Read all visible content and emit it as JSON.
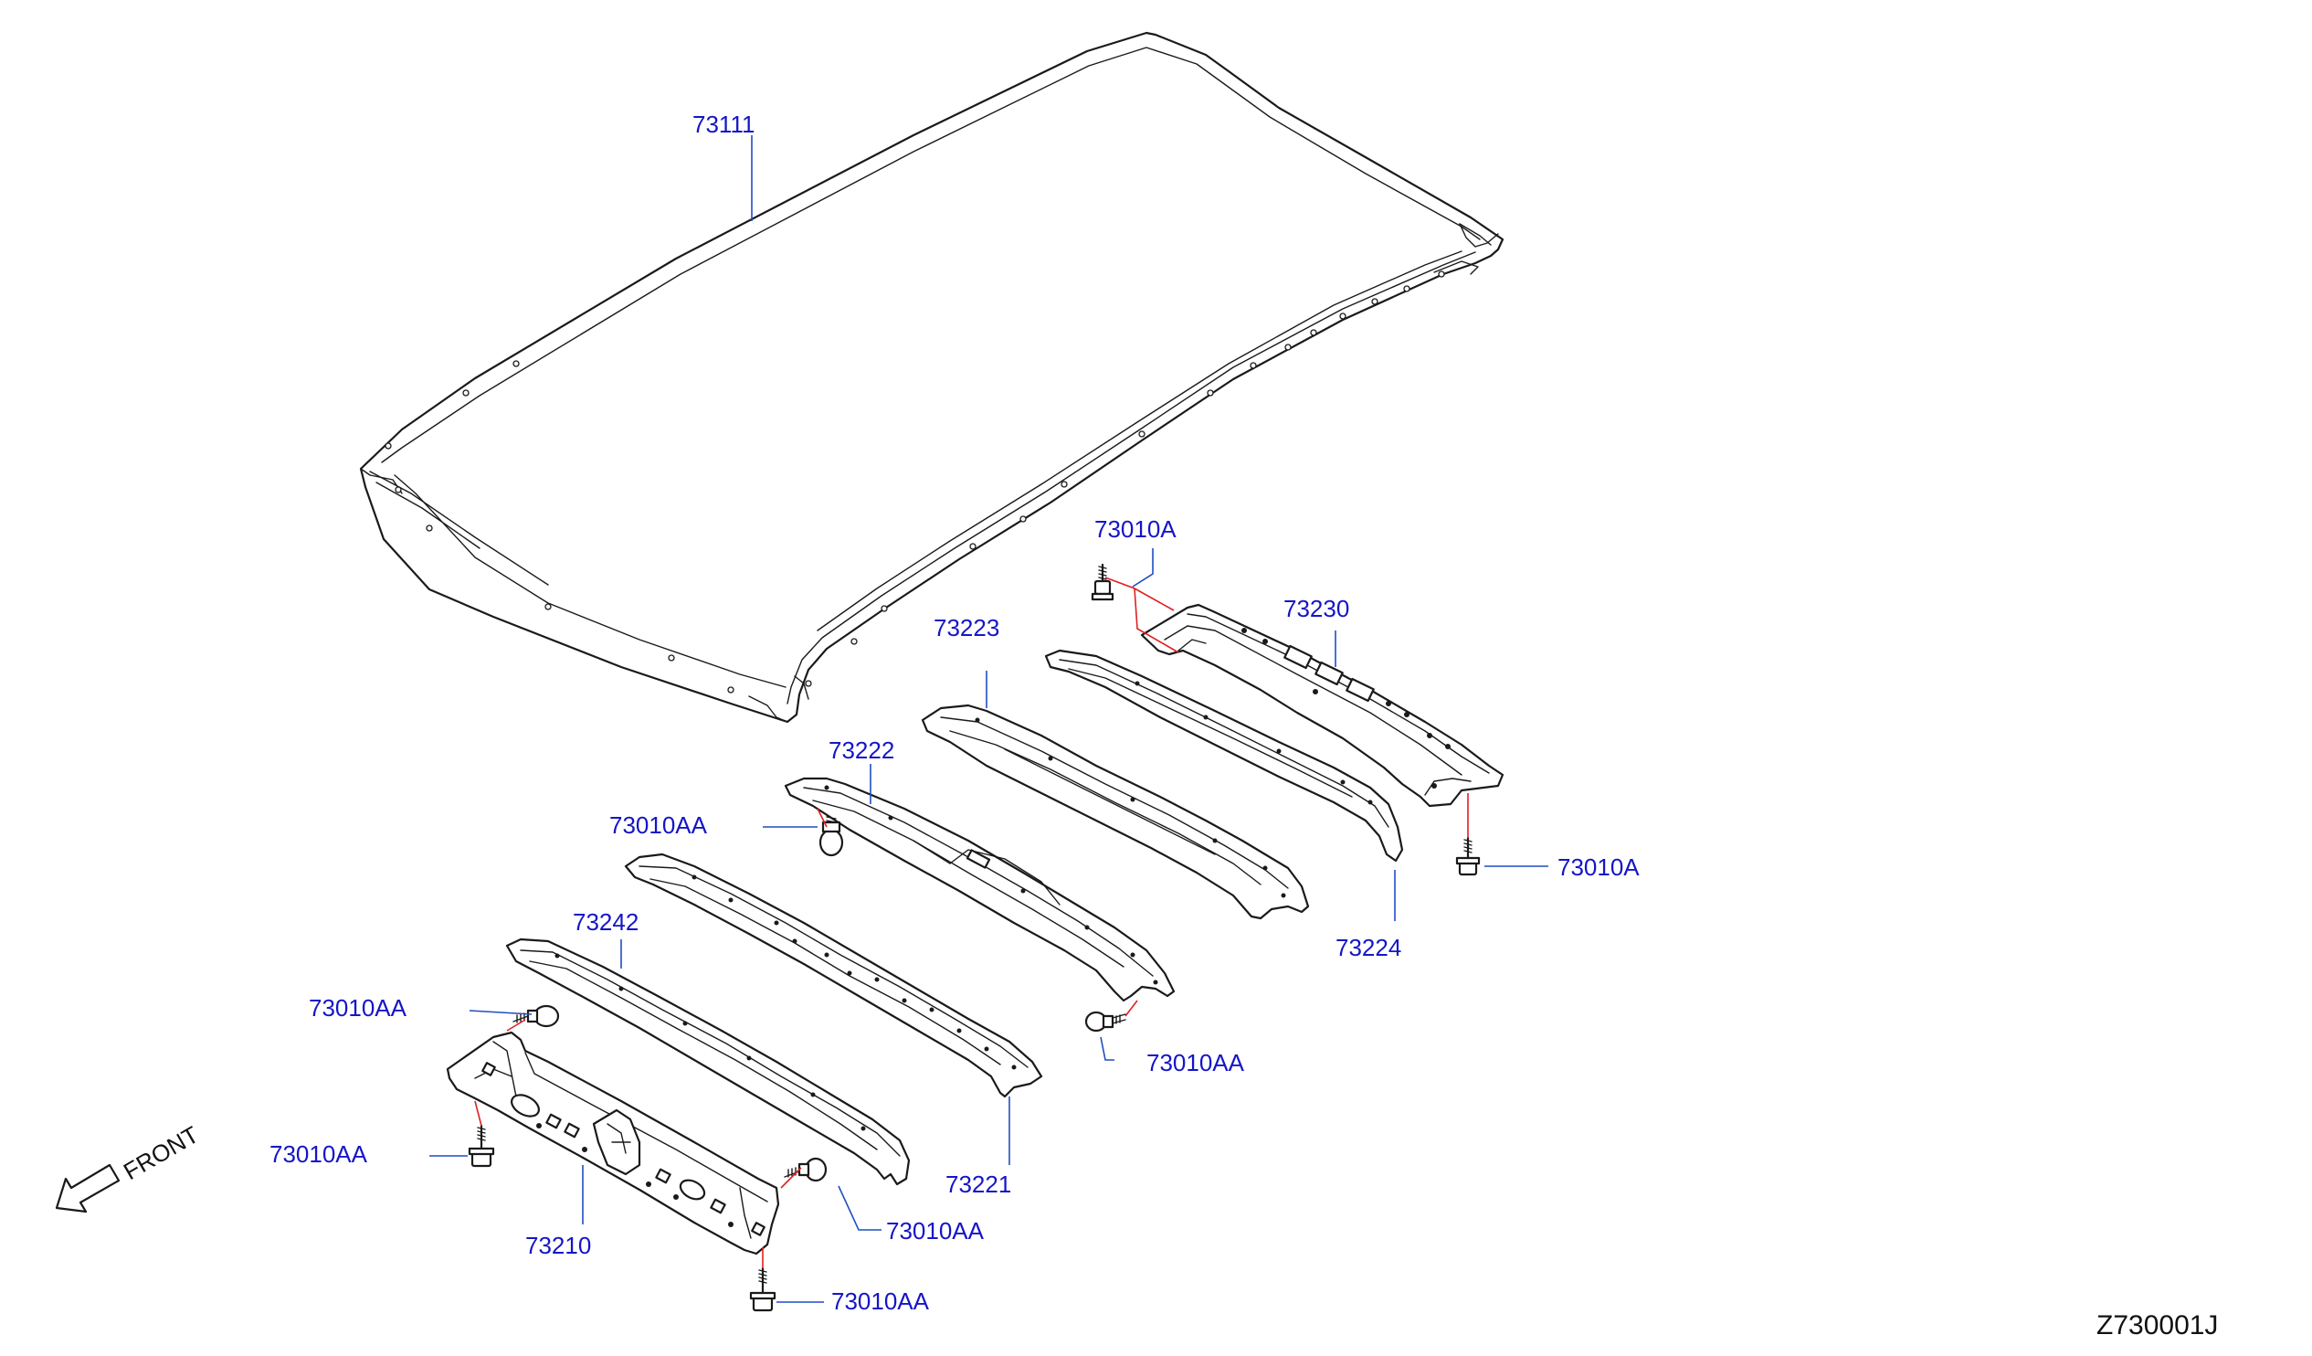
{
  "diagram": {
    "parts": [
      {
        "id": "73111",
        "label": "73111"
      },
      {
        "id": "73230",
        "label": "73230"
      },
      {
        "id": "73223",
        "label": "73223"
      },
      {
        "id": "73224",
        "label": "73224"
      },
      {
        "id": "73222",
        "label": "73222"
      },
      {
        "id": "73221",
        "label": "73221"
      },
      {
        "id": "73242",
        "label": "73242"
      },
      {
        "id": "73210",
        "label": "73210"
      }
    ],
    "fasteners": [
      {
        "id": "73010A-top",
        "label": "73010A"
      },
      {
        "id": "73010A-right",
        "label": "73010A"
      },
      {
        "id": "73010AA-mid",
        "label": "73010AA"
      },
      {
        "id": "73010AA-center",
        "label": "73010AA"
      },
      {
        "id": "73010AA-left-upper",
        "label": "73010AA"
      },
      {
        "id": "73010AA-left-lower",
        "label": "73010AA"
      },
      {
        "id": "73010AA-bottom-right",
        "label": "73010AA"
      },
      {
        "id": "73010AA-bottom",
        "label": "73010AA"
      }
    ],
    "direction_label": "FRONT",
    "reference_code": "Z730001J",
    "colors": {
      "label": "#1515c8",
      "leader": "#1f4fc0",
      "fastener_line": "#e02020",
      "outline": "#1a1a1a"
    }
  }
}
